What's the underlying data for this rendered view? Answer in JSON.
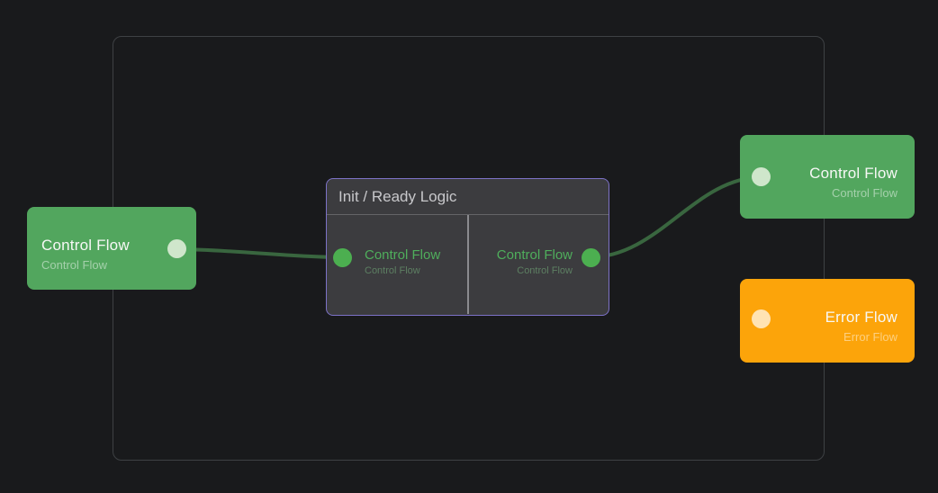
{
  "colors": {
    "background": "#191a1c",
    "frame_border": "#3e4144",
    "node_green": "#52a65e",
    "node_orange": "#fca40a",
    "wire": "#39663f",
    "port_bright_green": "#4caf50",
    "port_light_green": "#cfe6cb",
    "port_light_orange": "#ffe3b3",
    "group_bg": "#3c3c3f",
    "group_border": "#7d72c7"
  },
  "nodes": {
    "source": {
      "title": "Control Flow",
      "subtitle": "Control Flow"
    },
    "success": {
      "title": "Control Flow",
      "subtitle": "Control Flow"
    },
    "error": {
      "title": "Error Flow",
      "subtitle": "Error Flow"
    },
    "group": {
      "title": "Init / Ready Logic",
      "input": {
        "title": "Control Flow",
        "subtitle": "Control Flow"
      },
      "output": {
        "title": "Control Flow",
        "subtitle": "Control Flow"
      }
    }
  }
}
